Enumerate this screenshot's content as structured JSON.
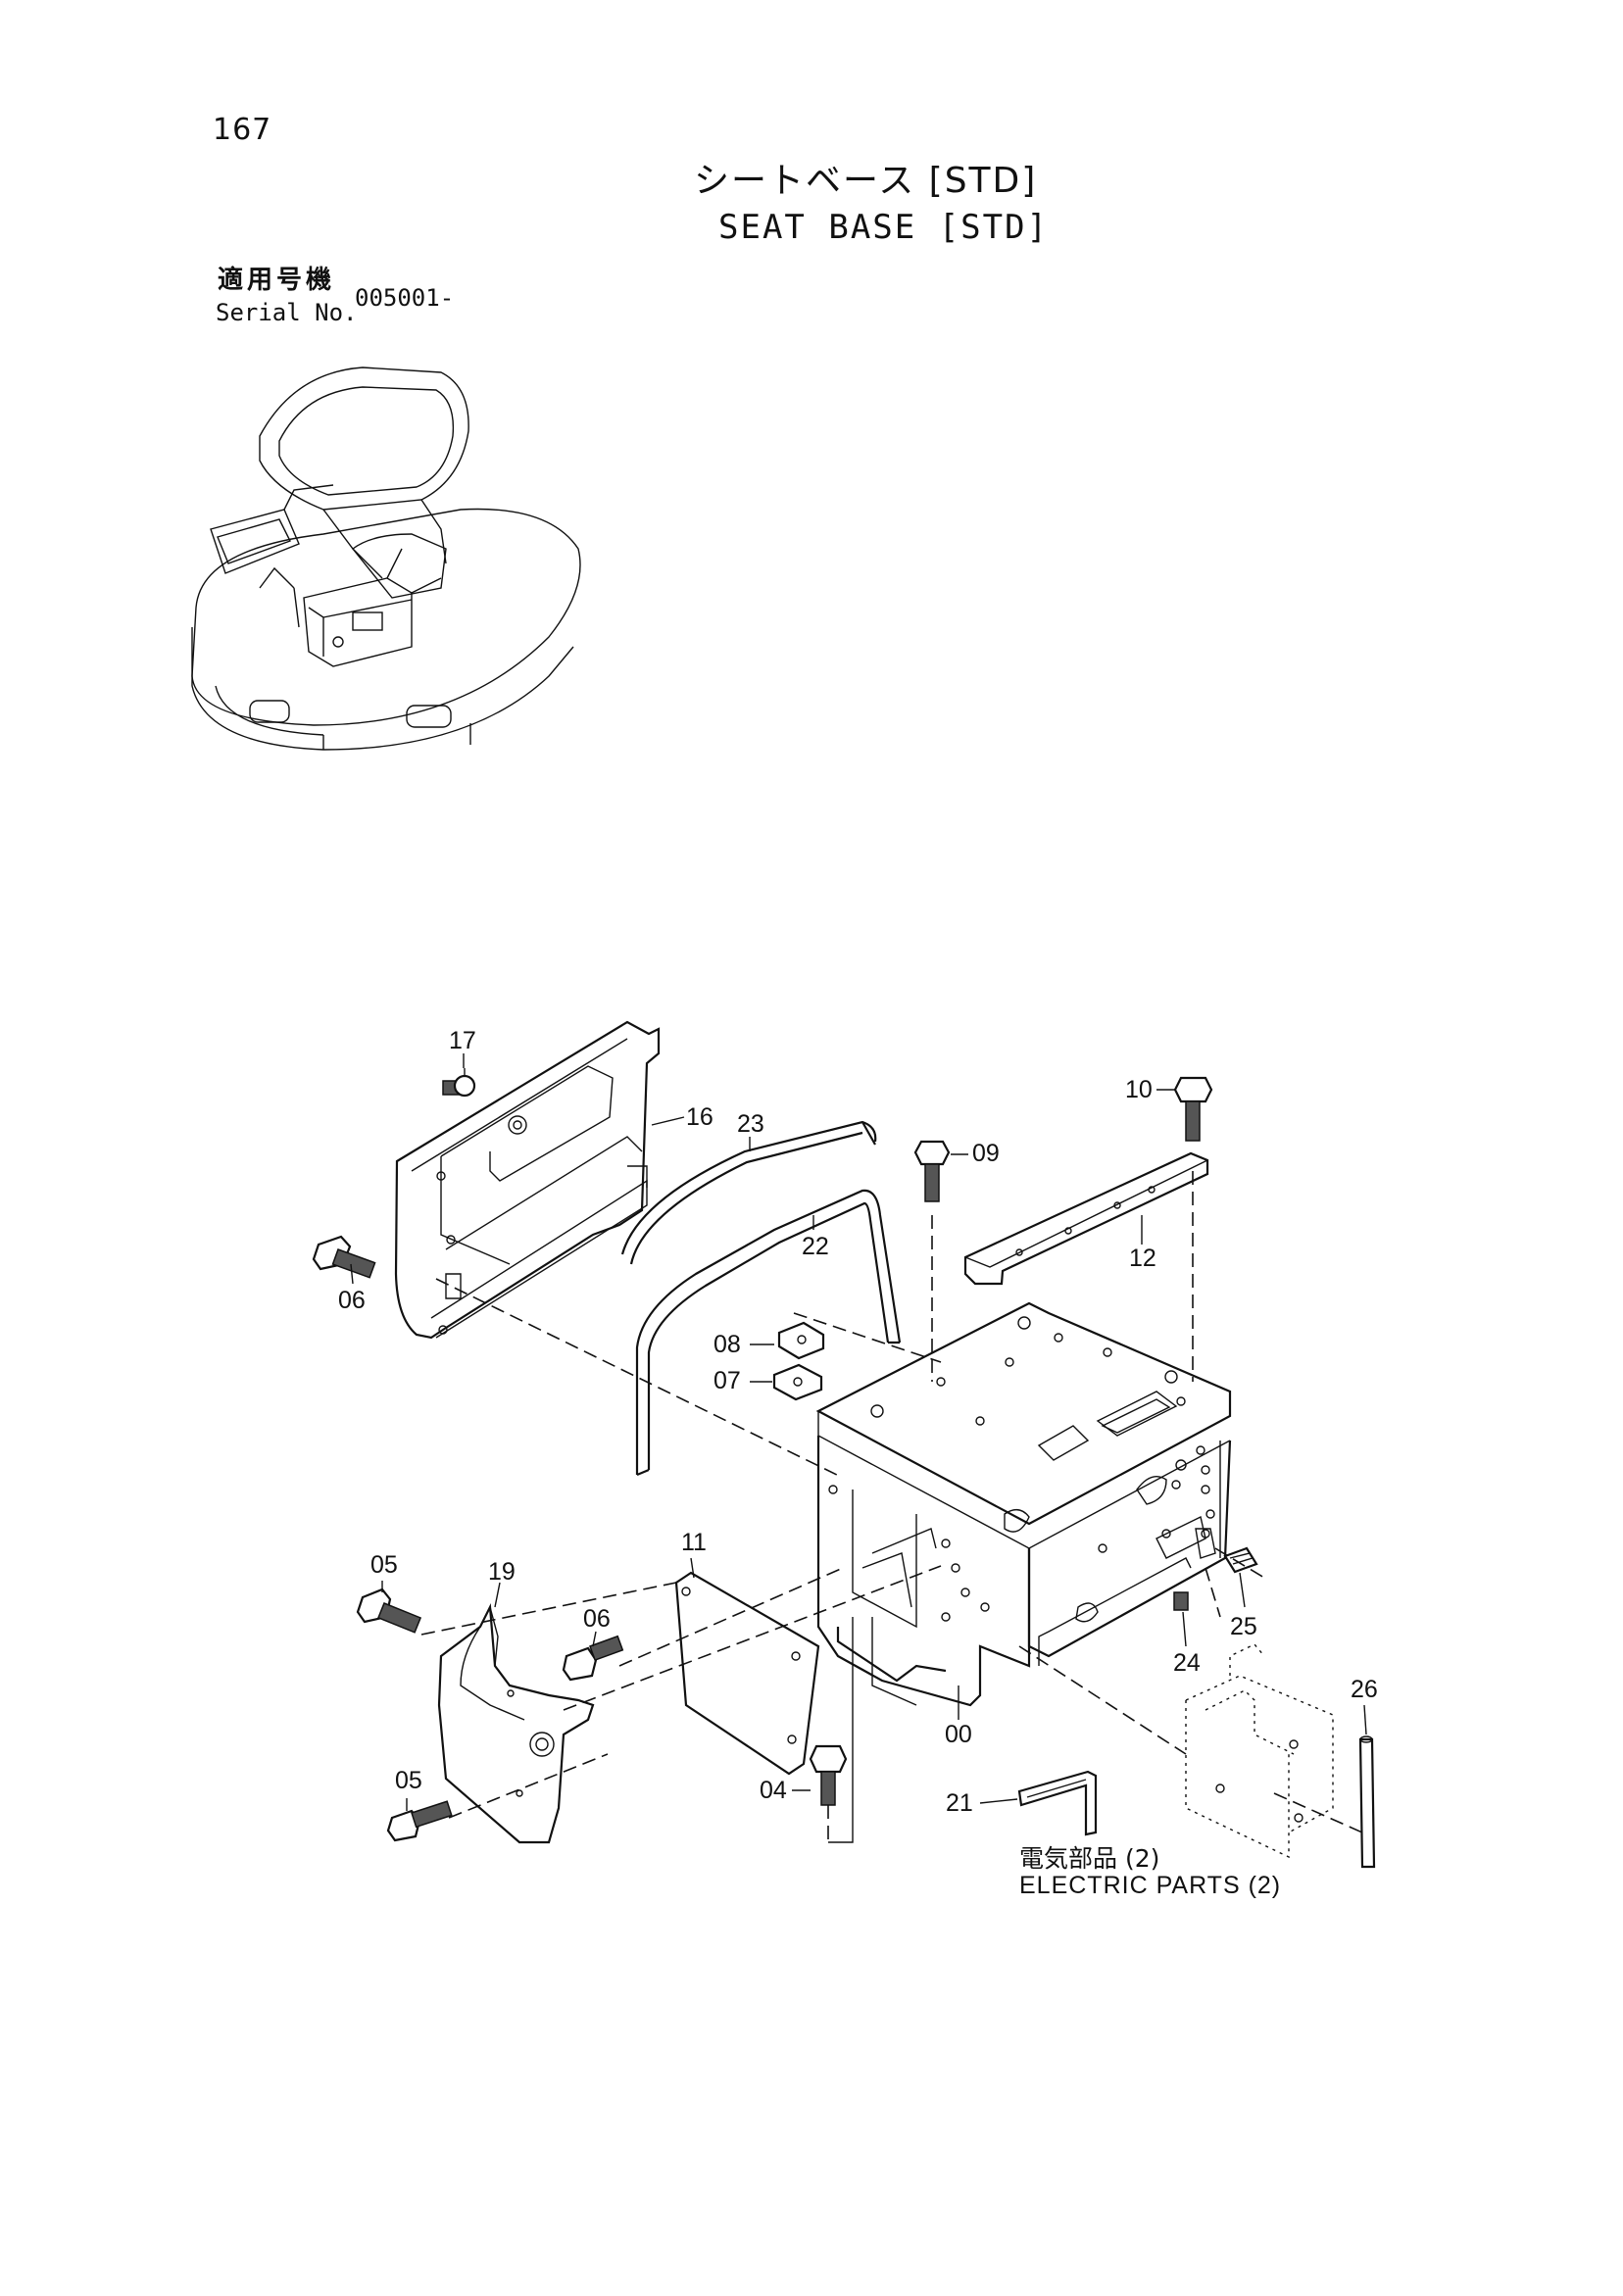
{
  "page_number": "167",
  "title_jp": "シートベース [STD]",
  "title_en": "SEAT BASE [STD]",
  "serial": {
    "label_jp": "適用号機",
    "label_en": "Serial No.",
    "value": "005001-"
  },
  "part_callouts": [
    "17",
    "16",
    "23",
    "09",
    "10",
    "12",
    "22",
    "06",
    "08",
    "07",
    "00",
    "11",
    "05",
    "19",
    "06",
    "24",
    "25",
    "26",
    "04",
    "21",
    "05"
  ],
  "note": {
    "jp": "電気部品 (2)",
    "en": "ELECTRIC PARTS (2)"
  }
}
